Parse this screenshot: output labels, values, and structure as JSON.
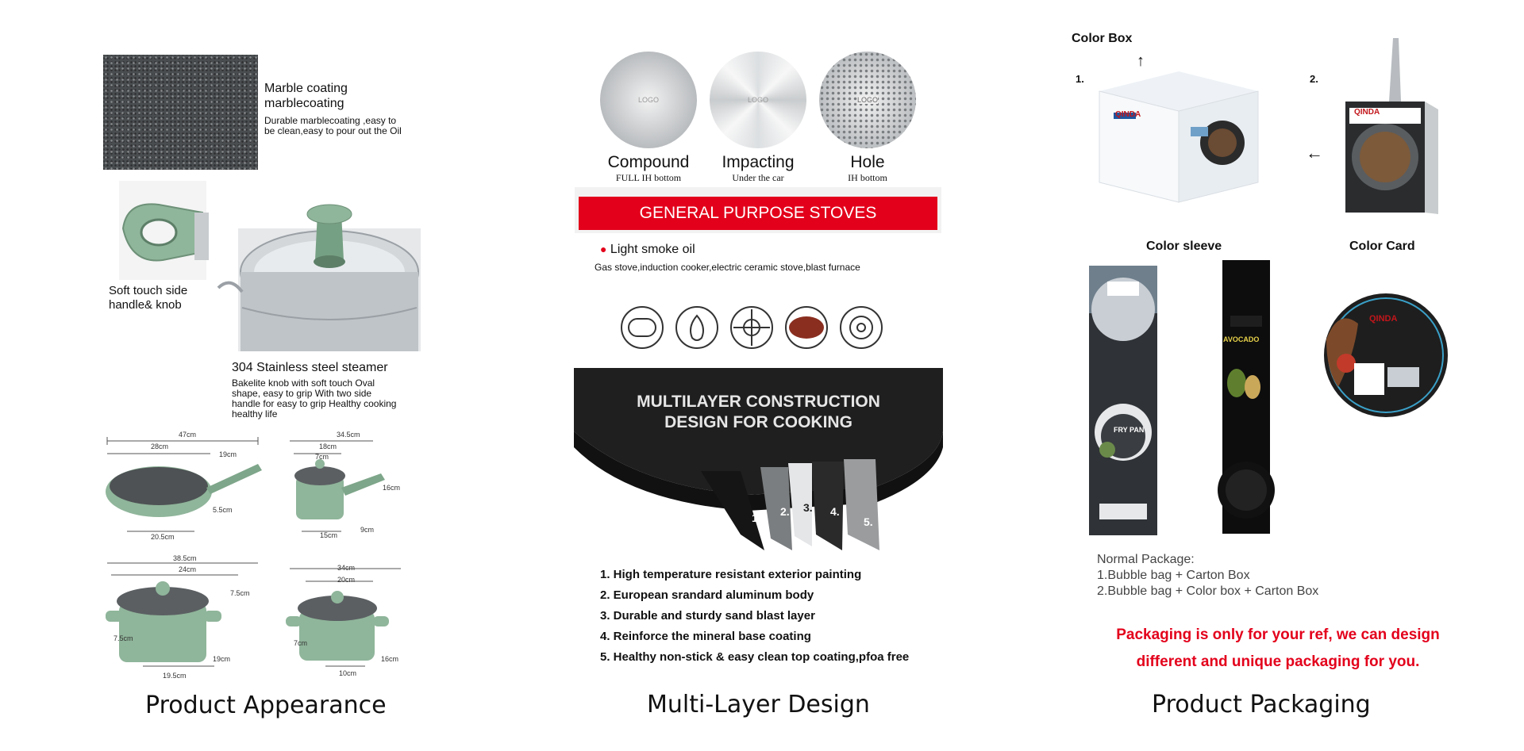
{
  "left": {
    "coating_title_1": "Marble coating",
    "coating_title_2": "marblecoating",
    "coating_desc": "Durable marblecoating ,easy to be clean,easy to pour out the Oil",
    "handle_label_1": "Soft touch side",
    "handle_label_2": "handle& knob",
    "steamer_title": "304 Stainless steel steamer",
    "steamer_desc": "Bakelite knob with soft touch Oval shape, easy to grip With two side handle for easy to grip Healthy cooking healthy life",
    "dims": {
      "fry_total": "47cm",
      "fry_dia": "28cm",
      "fry_handle": "19cm",
      "fry_height": "5.5cm",
      "fry_base": "20.5cm",
      "sauce_total": "34.5cm",
      "sauce_dia": "18cm",
      "sauce_knob": "7cm",
      "sauce_handle": "16cm",
      "sauce_height": "9cm",
      "sauce_base": "15cm",
      "pot1_total": "38.5cm",
      "pot1_dia": "24cm",
      "pot1_knob": "7.5cm",
      "pot1_side": "7.5cm",
      "pot1_height": "19cm",
      "pot1_base": "19.5cm",
      "pot2_total": "34cm",
      "pot2_dia": "20cm",
      "pot2_side": "7cm",
      "pot2_height": "16cm",
      "pot2_base": "10cm"
    },
    "caption": "Product Appearance"
  },
  "middle": {
    "bottoms": [
      {
        "title": "Compound",
        "sub": "FULL IH bottom",
        "logo": "LOGO"
      },
      {
        "title": "Impacting",
        "sub": "Under the car",
        "logo": "LOGO"
      },
      {
        "title": "Hole",
        "sub": "IH bottom",
        "logo": "LOGO"
      }
    ],
    "banner": "GENERAL PURPOSE STOVES",
    "bullet": "Light smoke oil",
    "stoves": "Gas stove,induction cooker,electric ceramic stove,blast furnace",
    "multilayer_1": "MULTILAYER CONSTRUCTION",
    "multilayer_2": "DESIGN FOR COOKING",
    "layer_nums": [
      "1.",
      "2.",
      "3.",
      "4.",
      "5."
    ],
    "features": [
      "1. High temperature resistant exterior painting",
      "2. European srandard aluminum body",
      "3. Durable and sturdy sand blast layer",
      "4. Reinforce the mineral base coating",
      "5. Healthy non-stick & easy clean top coating,pfoa free"
    ],
    "caption": "Multi-Layer Design"
  },
  "right": {
    "color_box": "Color Box",
    "num1": "1.",
    "num2": "2.",
    "brand": "QINDA",
    "color_sleeve": "Color sleeve",
    "color_card": "Color Card",
    "sleeve_fry": "FRY PAN",
    "sleeve_avocado": "AVOCADO",
    "normal_pkg": "Normal Package:",
    "pkg1": "1.Bubble bag + Carton Box",
    "pkg2": "2.Bubble bag + Color box + Carton Box",
    "note_1": "Packaging is only for your ref, we can design",
    "note_2": "different and unique packaging for you.",
    "caption": "Product Packaging"
  },
  "colors": {
    "accent_red": "#e3001b",
    "pot_green": "#8fb59a",
    "dark": "#1e1e1e"
  }
}
